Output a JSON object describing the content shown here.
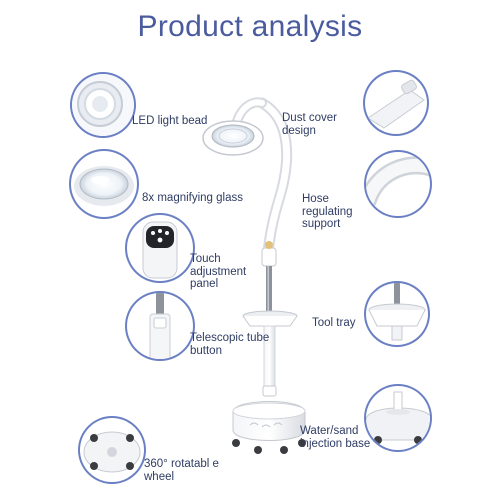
{
  "title": "Product analysis",
  "features": {
    "led": "LED light bead",
    "dust_cover": "Dust cover design",
    "magnifier": "8x magnifying glass",
    "hose": "Hose regulating support",
    "touch": "Touch adjustment panel",
    "tool_tray": "Tool tray",
    "telescopic": "Telescopic tube button",
    "water_base": "Water/sand injection base",
    "wheel": "360° rotatabl e wheel"
  },
  "colors": {
    "accent": "#6b80c4",
    "title": "#4a5b9e",
    "label": "#2f3c64",
    "lamp_white": "#ffffff",
    "lamp_shadow": "#d8dbe2"
  },
  "icons": {
    "led": "led-bead-closeup-icon",
    "dust_cover": "dust-cover-closeup-icon",
    "magnifier": "magnifier-glass-closeup-icon",
    "hose": "hose-closeup-icon",
    "touch": "touch-panel-closeup-icon",
    "tool_tray": "tool-tray-closeup-icon",
    "telescopic": "telescopic-button-closeup-icon",
    "water_base": "water-base-closeup-icon",
    "wheel": "wheel-closeup-icon"
  }
}
